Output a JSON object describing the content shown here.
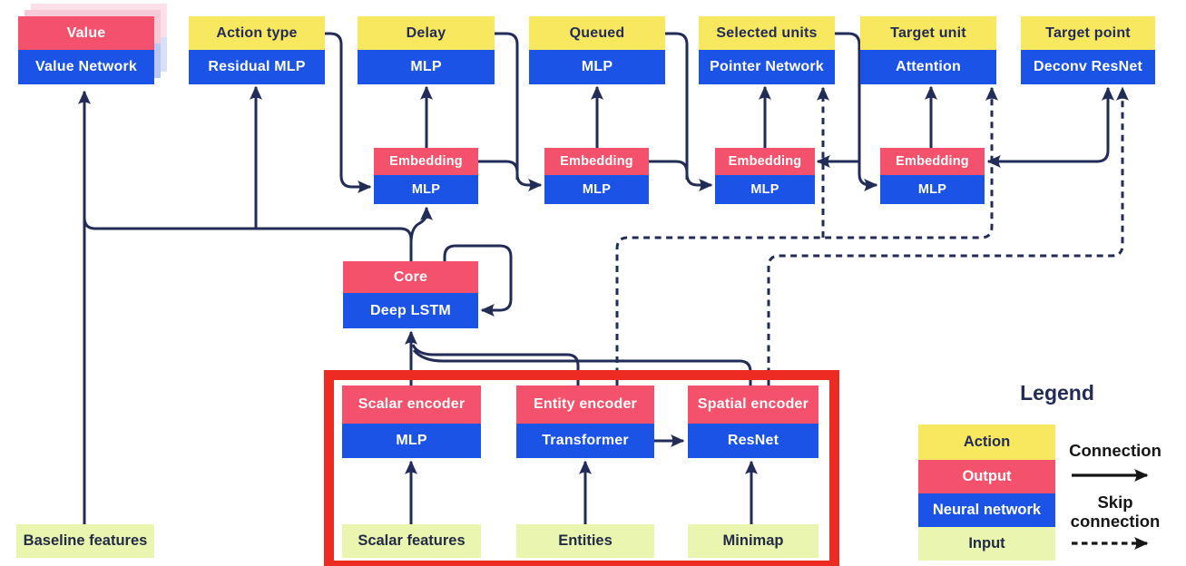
{
  "diagram": {
    "heads": {
      "value": {
        "title": "Value",
        "subtitle": "Value Network"
      },
      "action_type": {
        "title": "Action type",
        "subtitle": "Residual MLP"
      },
      "delay": {
        "title": "Delay",
        "subtitle": "MLP"
      },
      "queued": {
        "title": "Queued",
        "subtitle": "MLP"
      },
      "selected_units": {
        "title": "Selected units",
        "subtitle": "Pointer Network"
      },
      "target_unit": {
        "title": "Target unit",
        "subtitle": "Attention"
      },
      "target_point": {
        "title": "Target point",
        "subtitle": "Deconv ResNet"
      }
    },
    "embeddings": {
      "title": "Embedding",
      "subtitle": "MLP"
    },
    "core": {
      "title": "Core",
      "subtitle": "Deep LSTM"
    },
    "encoders": {
      "scalar": {
        "title": "Scalar encoder",
        "subtitle": "MLP"
      },
      "entity": {
        "title": "Entity encoder",
        "subtitle": "Transformer"
      },
      "spatial": {
        "title": "Spatial encoder",
        "subtitle": "ResNet"
      }
    },
    "inputs": {
      "baseline": "Baseline features",
      "scalar": "Scalar features",
      "entities": "Entities",
      "minimap": "Minimap"
    }
  },
  "legend": {
    "title": "Legend",
    "items": [
      {
        "label": "Action",
        "color": "#F8E85F"
      },
      {
        "label": "Output",
        "color": "#F4516C"
      },
      {
        "label": "Neural network",
        "color": "#1A53E5"
      },
      {
        "label": "Input",
        "color": "#EAF5AF"
      }
    ],
    "connection_label": "Connection",
    "skip_connection_label": "Skip connection"
  },
  "colors": {
    "action_yellow": "#F8E85F",
    "output_pink": "#F4516C",
    "network_blue": "#1A53E5",
    "input_green": "#EAF5AF",
    "wire_navy": "#222C56",
    "highlight_red": "#EE2B22",
    "legend_arrow_black": "#161616"
  }
}
